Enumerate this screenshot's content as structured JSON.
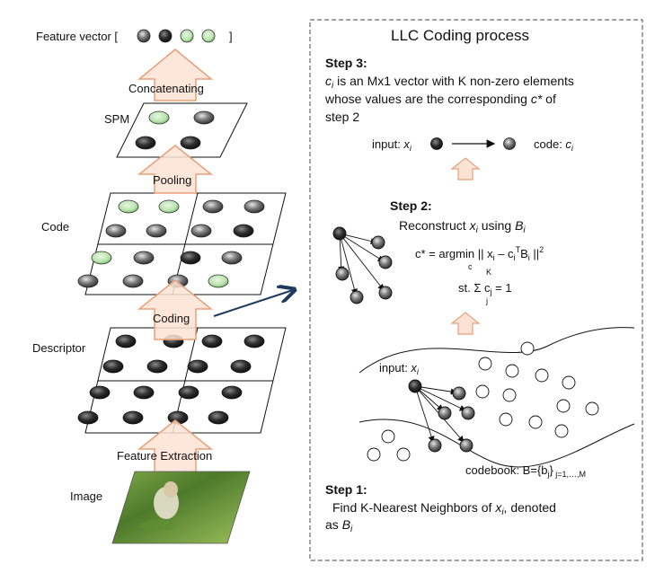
{
  "pipeline": {
    "feature_vector_label": "Feature vector [",
    "feature_vector_close": "]",
    "concatenating": "Concatenating",
    "spm": "SPM",
    "pooling": "Pooling",
    "code": "Code",
    "coding": "Coding",
    "descriptor": "Descriptor",
    "feature_extraction": "Feature Extraction",
    "image": "Image"
  },
  "llc": {
    "title": "LLC Coding process",
    "step3_title": "Step 3:",
    "step3_line1_var": "c",
    "step3_line1_sub": "i",
    "step3_line1_rest": " is an Mx1 vector with K non-zero elements",
    "step3_line2": "whose values are the corresponding ",
    "step3_line2_var": "c*",
    "step3_line2_rest": " of",
    "step3_line3": "step 2",
    "input_label": "input: ",
    "input_var": "x",
    "input_sub": "i",
    "code_label": "code: ",
    "code_var": "c",
    "code_sub": "i",
    "step2_title": "Step 2:",
    "step2_text": "Reconstruct ",
    "step2_var": "x",
    "step2_sub": "i",
    "step2_using": " using ",
    "step2_B": "B",
    "step2_B_sub": "i",
    "eq_c": "c* = argmin || x",
    "eq_mid": " – c",
    "eq_T": "T",
    "eq_B": "B",
    "eq_end": " ||",
    "eq_sq": "2",
    "eq_under": "c",
    "st_pre": "st. ",
    "st_sigma": "Σ",
    "st_K": "K",
    "st_j": "j",
    "st_rest": " c",
    "st_sub": "j",
    "st_eq": " = 1",
    "step1_input": "input: ",
    "codebook": "codebook: B={b",
    "codebook_j": "j",
    "codebook_end": "}",
    "codebook_range": " j=1,…,M",
    "step1_title": "Step 1:",
    "step1_line1": "Find K-Nearest Neighbors of ",
    "step1_var": "x",
    "step1_sub": "i",
    "step1_rest": ", denoted",
    "step1_line2": "as ",
    "step1_B": "B",
    "step1_B_sub": "i"
  },
  "colors": {
    "arrow_fill": "#fbe3d4",
    "arrow_stroke": "#e8a07a",
    "green_dot": "#a8dca0",
    "dark_dot": "#2b2b2b",
    "connector": "#1f3a5f"
  }
}
